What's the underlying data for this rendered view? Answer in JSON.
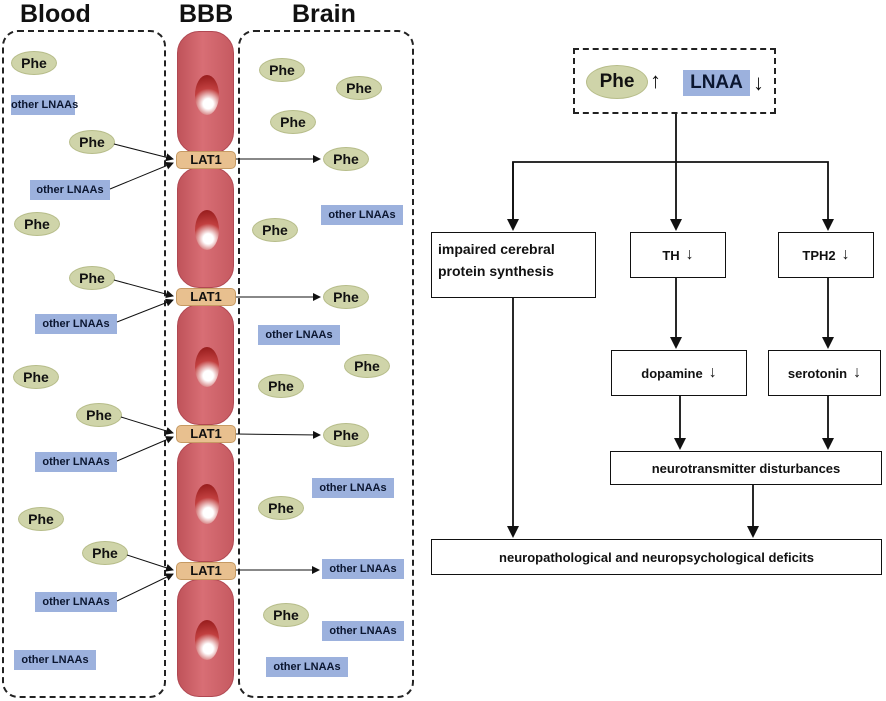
{
  "headers": {
    "blood": "Blood",
    "bbb": "BBB",
    "brain": "Brain"
  },
  "labels": {
    "phe": "Phe",
    "lnaa_full": "other LNAAs",
    "lat1": "LAT1",
    "lnaa": "LNAA"
  },
  "flowchart": {
    "arrow_up": "↑",
    "arrow_down": "↓",
    "impaired_line1": "impaired cerebral",
    "impaired_line2": "protein synthesis",
    "th": "TH",
    "tph2": "TPH2",
    "dopamine": "dopamine",
    "serotonin": "serotonin",
    "neurotransmitter": "neurotransmitter disturbances",
    "deficits": "neuropathological and neuropsychological deficits"
  },
  "colors": {
    "phe_fill": "#cfd4a9",
    "lnaa_fill": "#9cb1dd",
    "cell_fill": "#c65a61",
    "lat1_fill": "#e8c08f"
  }
}
